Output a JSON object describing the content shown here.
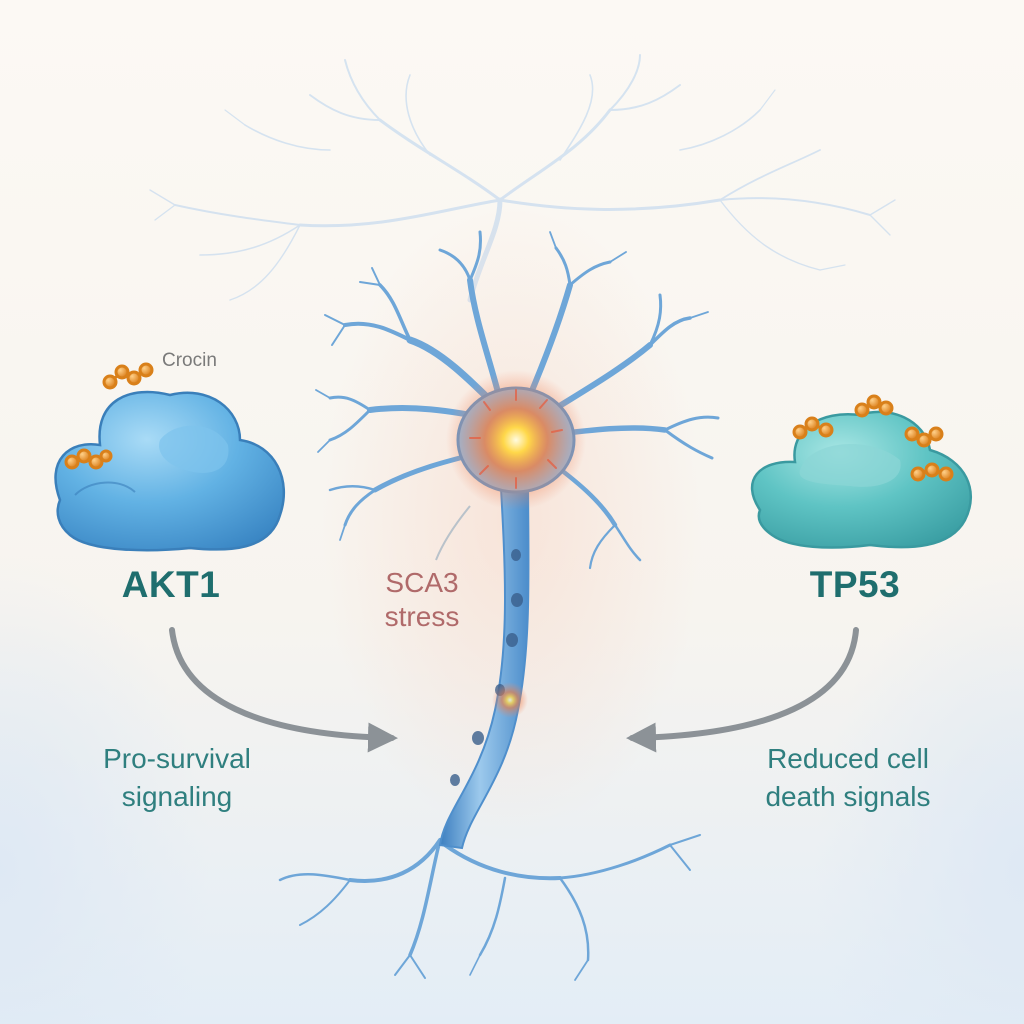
{
  "colors": {
    "background": "#fbf8f3",
    "label_teal": "#2f7f7f",
    "protein_name": "#1f6e6e",
    "stress_label": "#b06a6a",
    "crocin_label": "#7a7a7a",
    "arrow_gray": "#8c9297",
    "akt1_blue": "#5aaee0",
    "tp53_teal": "#55c0c0",
    "crocin_orange": "#ee9a2c",
    "neuron_blue": "#6ea6d8",
    "stress_glow": "#f5b63a"
  },
  "labels": {
    "crocin": "Crocin",
    "akt1": "AKT1",
    "tp53": "TP53",
    "sca3_line1": "SCA3",
    "sca3_line2": "stress",
    "akt1_effect_line1": "Pro-survival",
    "akt1_effect_line2": "signaling",
    "tp53_effect_line1": "Reduced cell",
    "tp53_effect_line2": "death signals"
  },
  "icons": {
    "left_protein": "akt1-protein-icon",
    "right_protein": "tp53-protein-icon",
    "ligand": "crocin-molecule-icon",
    "neuron": "neuron-icon",
    "stress": "stress-glow-icon"
  }
}
